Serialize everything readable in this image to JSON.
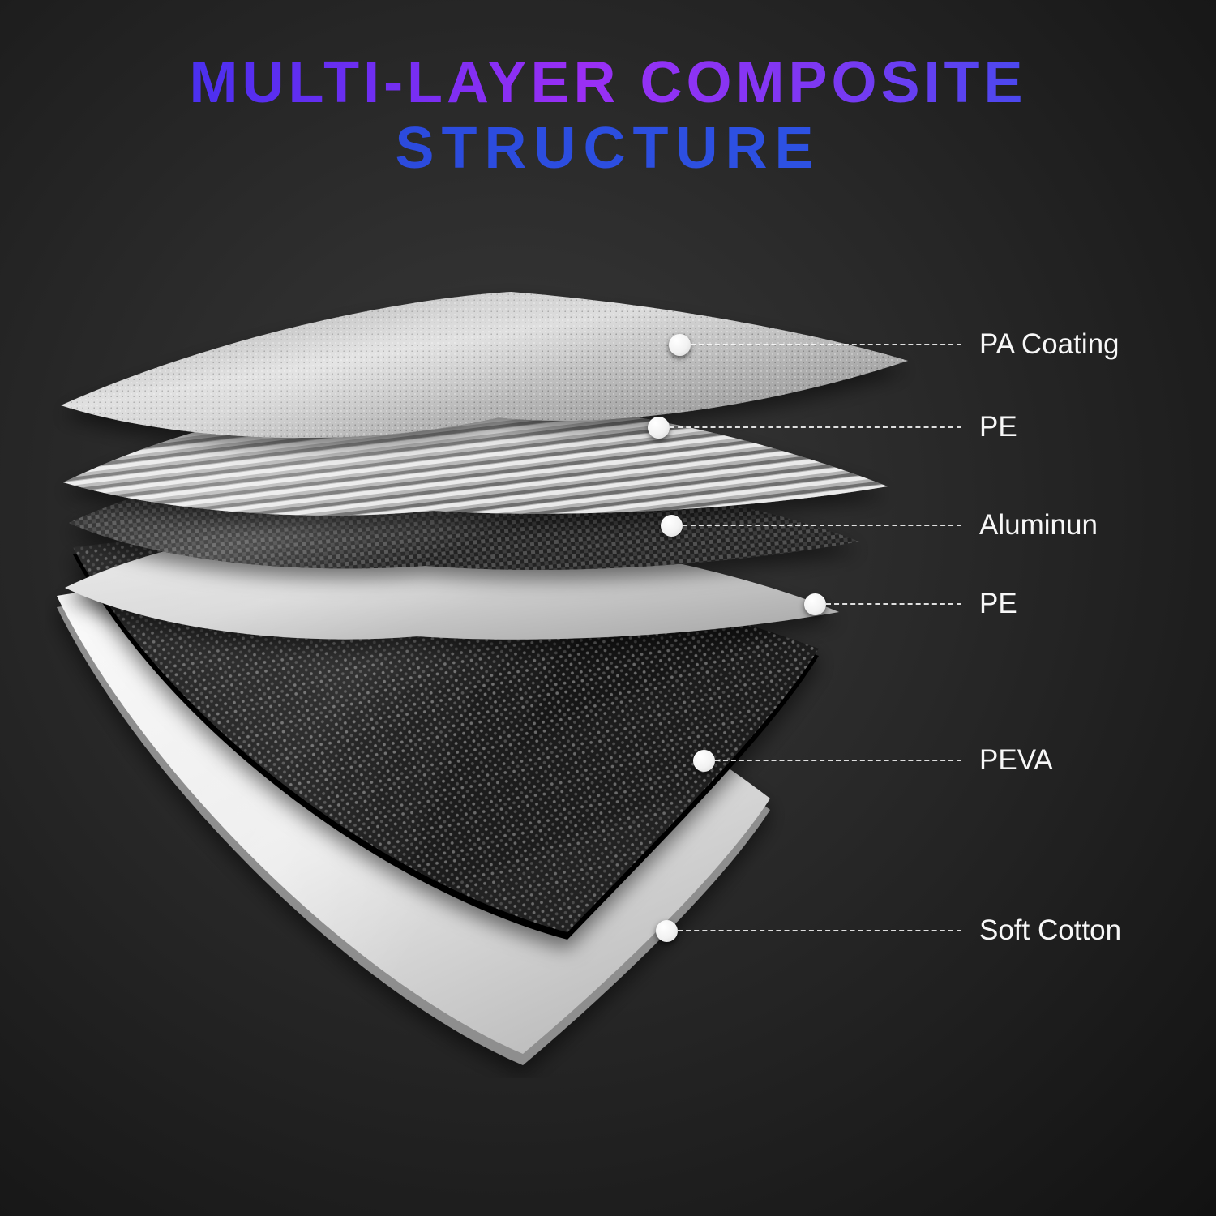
{
  "page": {
    "background_color": "#232323"
  },
  "title": {
    "line1": "MULTI-LAYER COMPOSITE",
    "line2": "STRUCTURE",
    "gradient_colors": [
      "#2334ec",
      "#9a2ff5",
      "#2f58e8"
    ]
  },
  "diagram": {
    "callout_dot_color": "#ffffff",
    "label_color": "#f7f7f7",
    "layers": [
      {
        "label": "PA Coating",
        "appearance": "textured silver sheet"
      },
      {
        "label": "PE",
        "appearance": "ribbed silver sheet"
      },
      {
        "label": "Aluminun",
        "appearance": "dark woven metallic sheet"
      },
      {
        "label": "PE",
        "appearance": "light gray sheet"
      },
      {
        "label": "PEVA",
        "appearance": "black perforated sheet"
      },
      {
        "label": "Soft Cotton",
        "appearance": "thick white cotton sheet"
      }
    ]
  }
}
